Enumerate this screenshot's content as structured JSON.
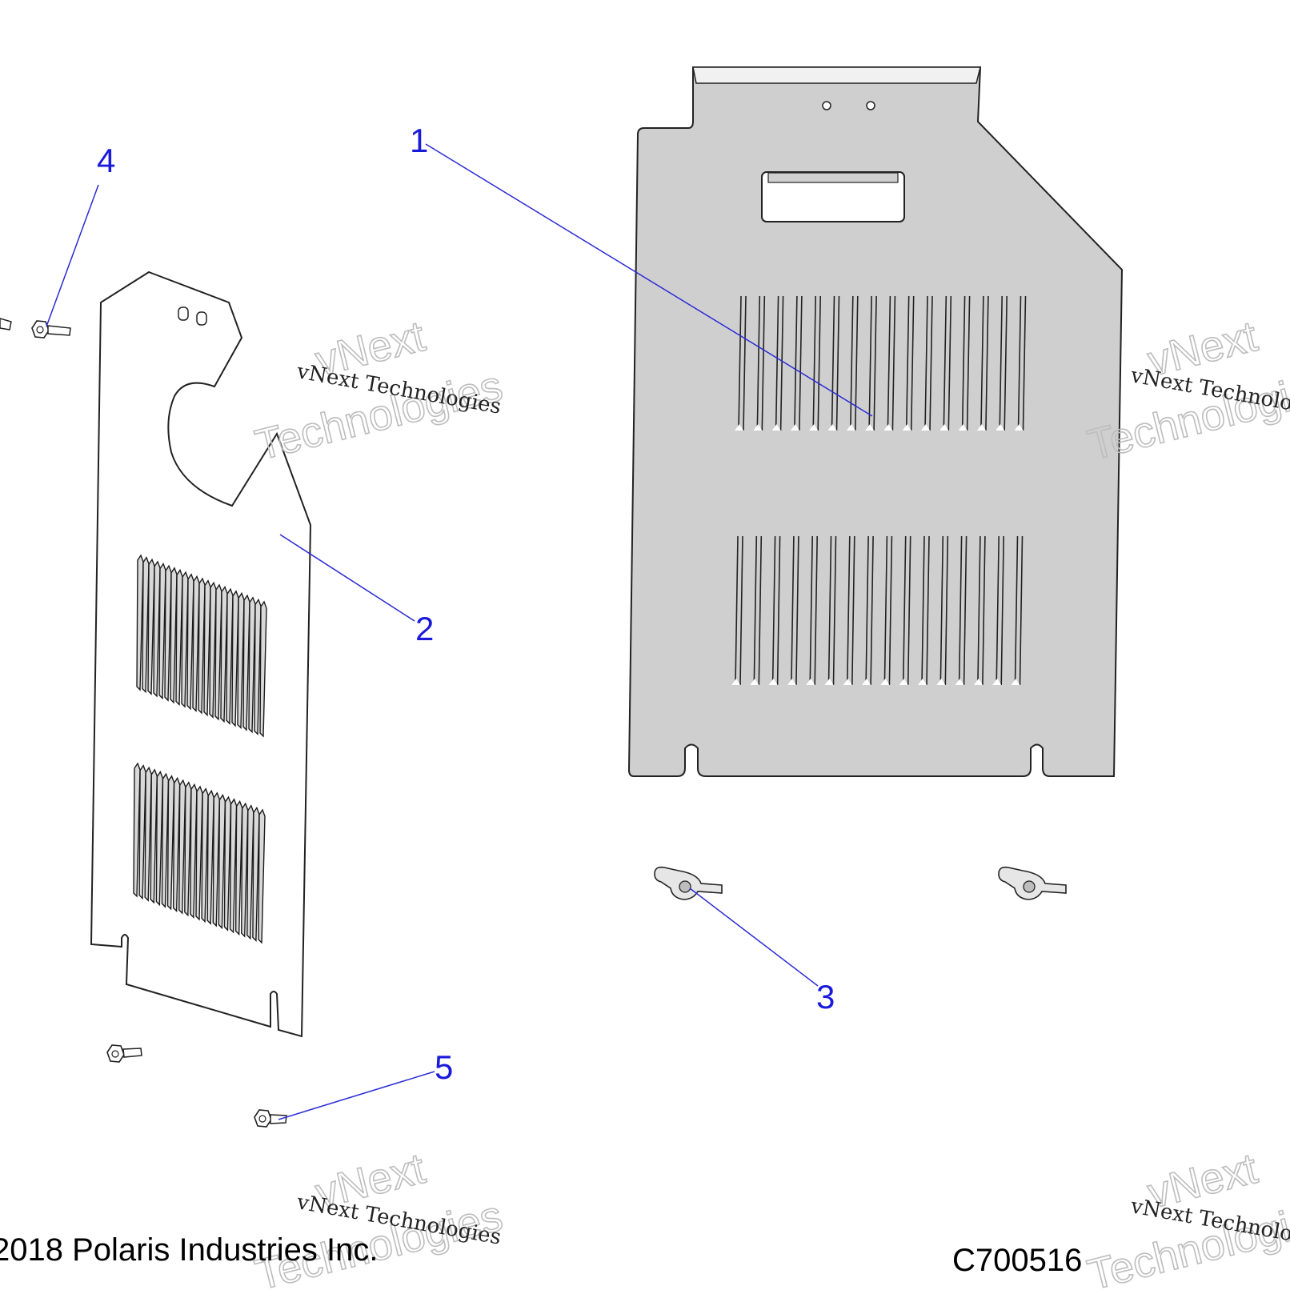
{
  "callouts": [
    {
      "id": "1",
      "label": "1"
    },
    {
      "id": "2",
      "label": "2"
    },
    {
      "id": "3",
      "label": "3"
    },
    {
      "id": "4",
      "label": "4"
    },
    {
      "id": "5",
      "label": "5"
    }
  ],
  "footer": {
    "copyright": "2018 Polaris Industries Inc.",
    "diagram_code": "C700516"
  },
  "watermark": {
    "line": "vNext Technologies",
    "big_top": "vNext",
    "big_bottom": "Technologies"
  },
  "colors": {
    "callout": "#1a1adb",
    "panel_fill_right": "#cfcfcf",
    "panel_fill_left": "#ffffff",
    "line": "#222222"
  }
}
